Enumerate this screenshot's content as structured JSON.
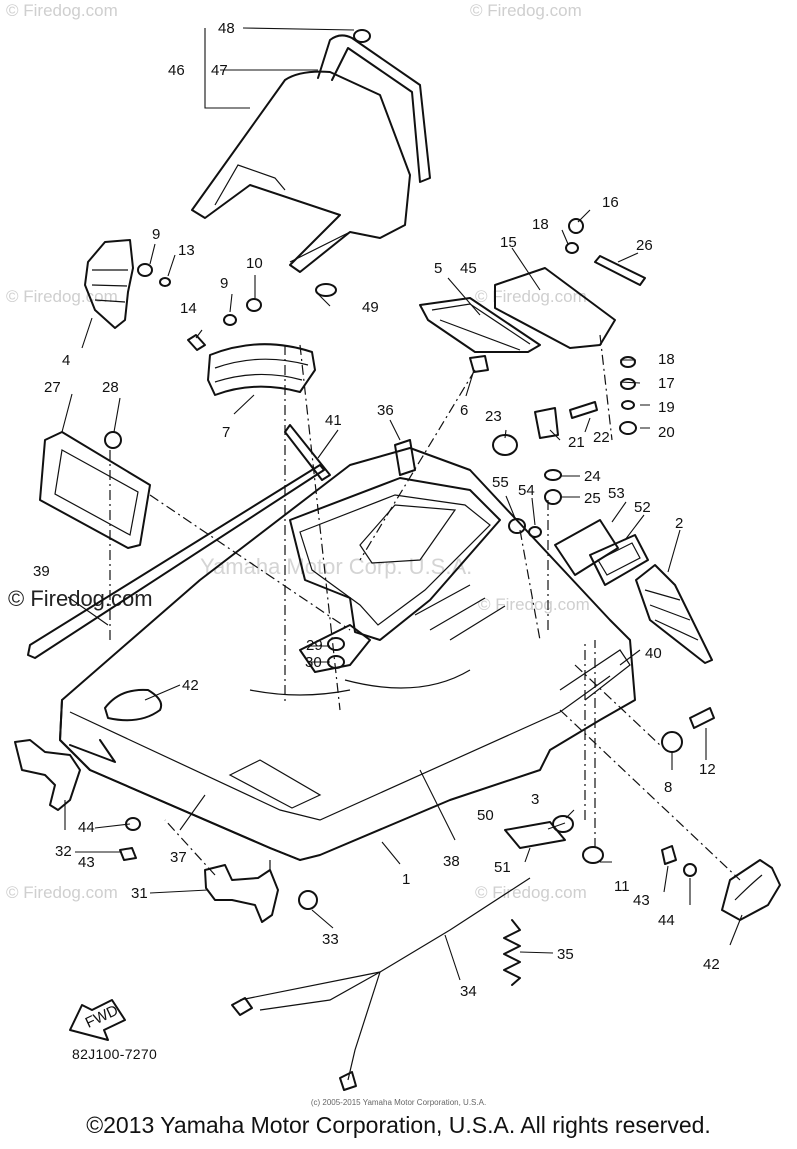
{
  "watermarks": {
    "site": "© Firedog.com",
    "site_dark": "© Firedog.com",
    "vendor": "Yamaha Motor Corp. U.S.A."
  },
  "callouts": [
    "48",
    "46",
    "47",
    "9",
    "13",
    "10",
    "9",
    "14",
    "4",
    "7",
    "49",
    "16",
    "18",
    "15",
    "26",
    "5",
    "45",
    "6",
    "18",
    "17",
    "19",
    "20",
    "23",
    "21",
    "22",
    "24",
    "25",
    "55",
    "54",
    "53",
    "52",
    "2",
    "27",
    "28",
    "41",
    "36",
    "39",
    "29",
    "30",
    "42",
    "40",
    "8",
    "12",
    "3",
    "50",
    "51",
    "44",
    "43",
    "32",
    "37",
    "31",
    "33",
    "1",
    "38",
    "11",
    "43",
    "44",
    "42",
    "35",
    "34"
  ],
  "fwd_label": "FWD",
  "diagram_code": "82J100-7270",
  "small_copyright": "(c) 2005-2015 Yamaha Motor Corporation, U.S.A.",
  "copyright": "©2013 Yamaha Motor Corporation, U.S.A. All rights reserved."
}
